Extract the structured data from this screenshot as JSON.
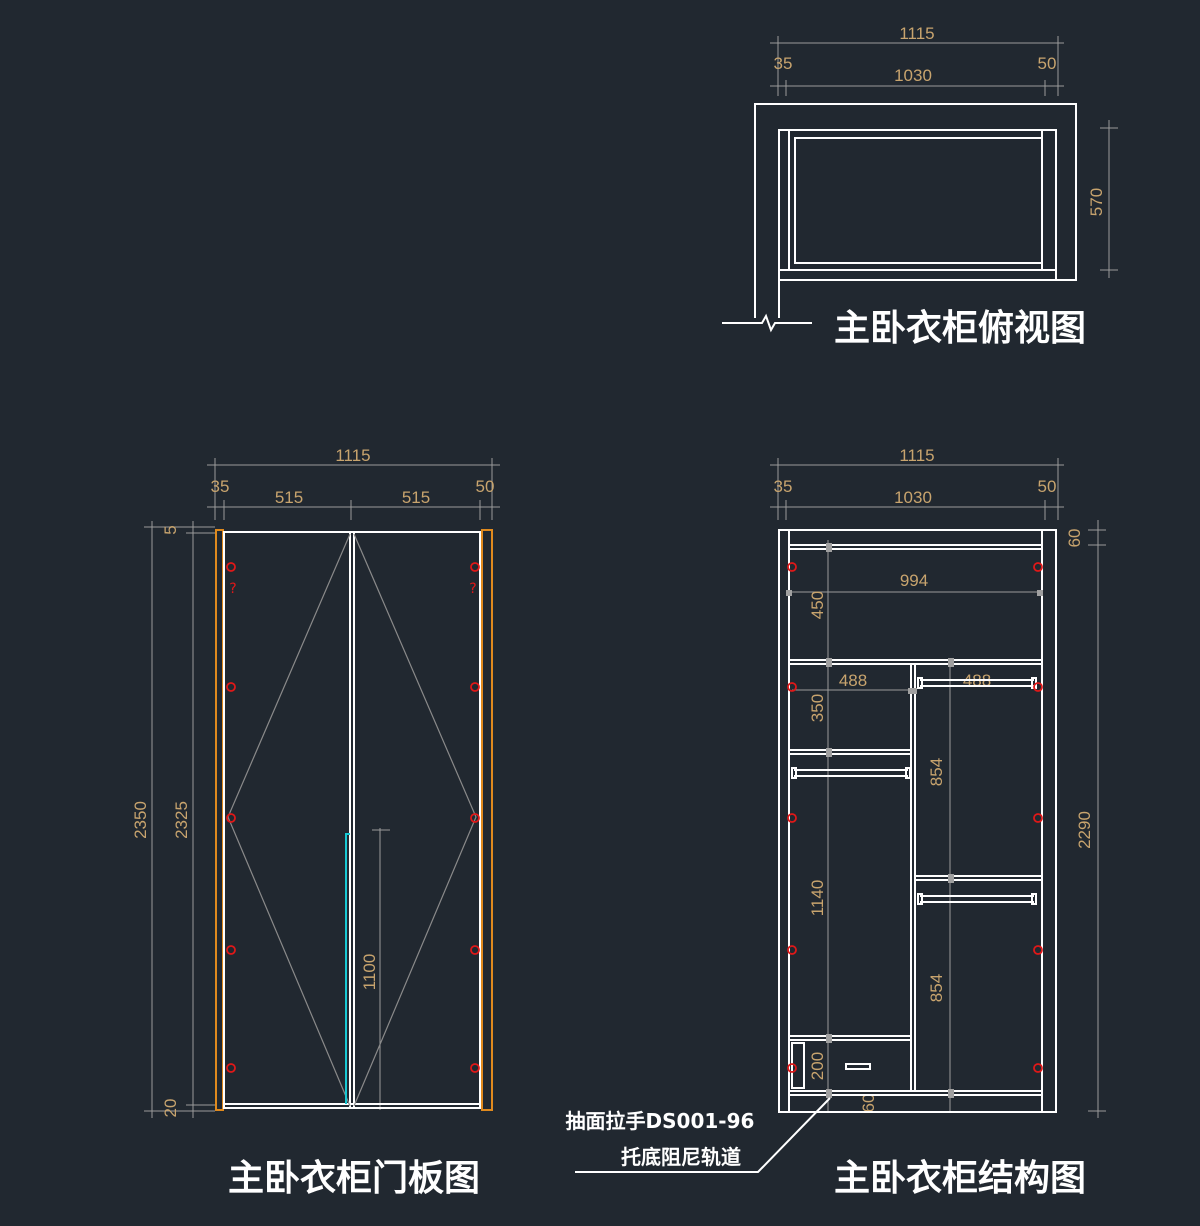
{
  "titles": {
    "top_view": "主卧衣柜俯视图",
    "door_panel": "主卧衣柜门板图",
    "structure": "主卧衣柜结构图"
  },
  "notes": {
    "handle": "抽面拉手DS001-96",
    "rail": "托底阻尼轨道"
  },
  "top_view": {
    "overall_width": "1115",
    "left_offset": "35",
    "inner_width": "1030",
    "right_offset": "50",
    "depth": "570"
  },
  "door_panel": {
    "overall_width": "1115",
    "left_offset": "35",
    "door_left_width": "515",
    "door_right_width": "515",
    "right_offset": "50",
    "top_gap": "5",
    "total_height": "2350",
    "door_height": "2325",
    "bottom_gap": "20",
    "handle_height": "1100",
    "hinge_mark": "?"
  },
  "structure": {
    "overall_width": "1115",
    "left_offset": "35",
    "inner_width": "1030",
    "right_offset": "50",
    "top_panel": "60",
    "shelf_width": "994",
    "top_compartment": "450",
    "left_width": "488",
    "right_width": "488",
    "left_compartment": "350",
    "right_upper": "854",
    "hanging": "1140",
    "right_lower": "854",
    "drawer": "200",
    "plinth": "60",
    "cabinet_height": "2290"
  },
  "colors": {
    "background": "#212830",
    "line": "#ffffff",
    "dimension_text": "#c8a46e",
    "door_edge": "#e08a1e",
    "handle": "#19c8d2",
    "hinge": "#e01818"
  }
}
